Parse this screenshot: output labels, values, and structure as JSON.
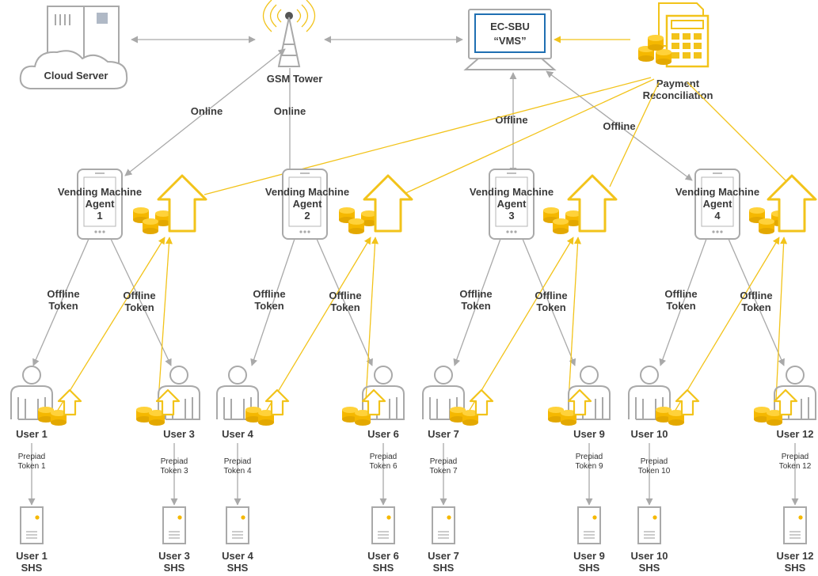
{
  "colors": {
    "gold": "#f2c31a",
    "coin": "#f5b800",
    "gray": "#a9a9a9",
    "screen_blue": "#1f6fb2",
    "text": "#3a3a3a"
  },
  "nodes": {
    "cloud_server": "Cloud Server",
    "gsm_tower": "GSM Tower",
    "vms_line1": "EC-SBU",
    "vms_line2": "“VMS”",
    "payment_line1": "Payment",
    "payment_line2": "Reconciliation"
  },
  "link_labels": {
    "online": "Online",
    "offline": "Offline",
    "offline_token_1": "Offline",
    "offline_token_2": "Token"
  },
  "agents": [
    {
      "line1": "Vending Machine",
      "line2": "Agent",
      "line3": "1"
    },
    {
      "line1": "Vending Machine",
      "line2": "Agent",
      "line3": "2"
    },
    {
      "line1": "Vending Machine",
      "line2": "Agent",
      "line3": "3"
    },
    {
      "line1": "Vending Machine",
      "line2": "Agent",
      "line3": "4"
    }
  ],
  "users": [
    {
      "name": "User 1",
      "token1": "Prepiad",
      "token2": "Token 1",
      "shs1": "User 1",
      "shs2": "SHS"
    },
    {
      "name": "User 3",
      "token1": "Prepiad",
      "token2": "Token 3",
      "shs1": "User 3",
      "shs2": "SHS"
    },
    {
      "name": "User 4",
      "token1": "Prepiad",
      "token2": "Token 4",
      "shs1": "User 4",
      "shs2": "SHS"
    },
    {
      "name": "User 6",
      "token1": "Prepiad",
      "token2": "Token 6",
      "shs1": "User 6",
      "shs2": "SHS"
    },
    {
      "name": "User 7",
      "token1": "Prepiad",
      "token2": "Token 7",
      "shs1": "User 7",
      "shs2": "SHS"
    },
    {
      "name": "User 9",
      "token1": "Prepiad",
      "token2": "Token 9",
      "shs1": "User 9",
      "shs2": "SHS"
    },
    {
      "name": "User 10",
      "token1": "Prepiad",
      "token2": "Token 10",
      "shs1": "User 10",
      "shs2": "SHS"
    },
    {
      "name": "User 12",
      "token1": "Prepiad",
      "token2": "Token 12",
      "shs1": "User 12",
      "shs2": "SHS"
    }
  ]
}
